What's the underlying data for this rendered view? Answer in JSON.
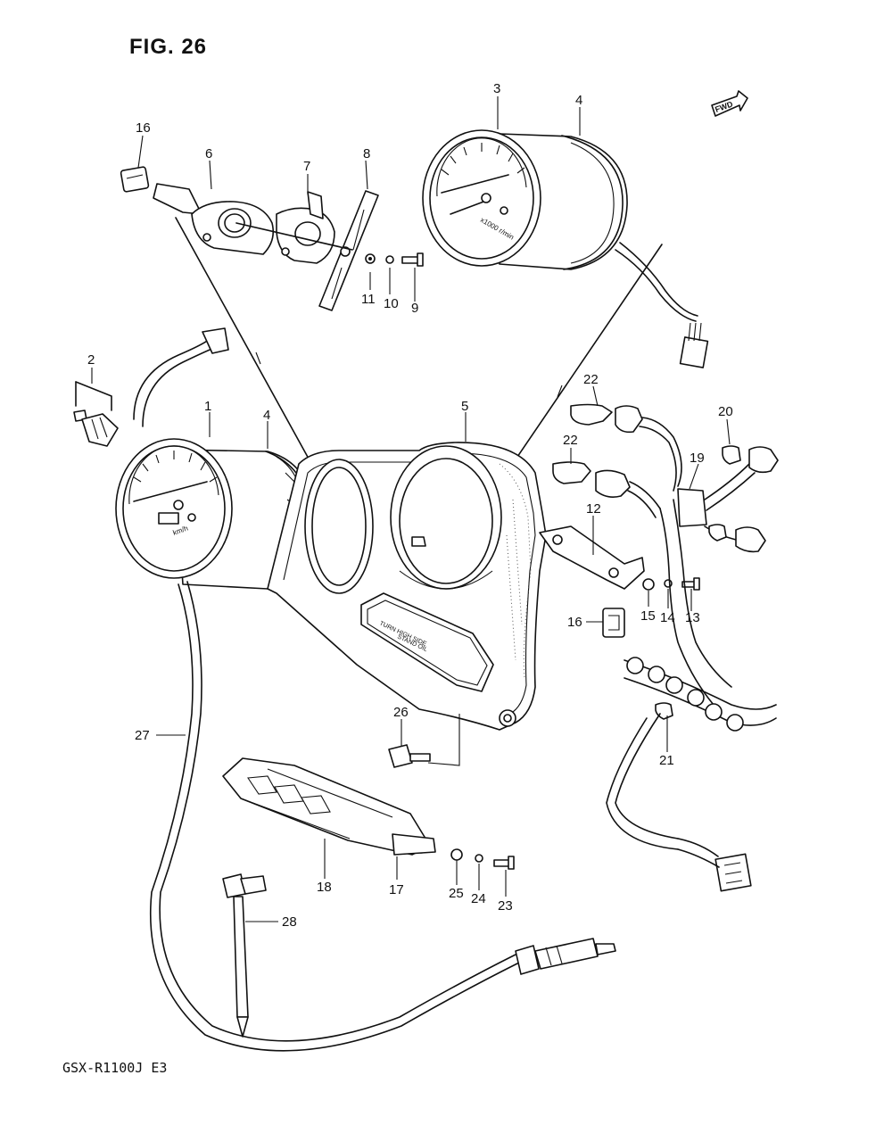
{
  "figure_title": "FIG. 26",
  "model_code": "GSX-R1100J E3",
  "fwd_label": "FWD",
  "callouts": [
    {
      "id": "1",
      "label": "1"
    },
    {
      "id": "2",
      "label": "2"
    },
    {
      "id": "3",
      "label": "3"
    },
    {
      "id": "4a",
      "label": "4"
    },
    {
      "id": "4b",
      "label": "4"
    },
    {
      "id": "5",
      "label": "5"
    },
    {
      "id": "6",
      "label": "6"
    },
    {
      "id": "7",
      "label": "7"
    },
    {
      "id": "8",
      "label": "8"
    },
    {
      "id": "9",
      "label": "9"
    },
    {
      "id": "10",
      "label": "10"
    },
    {
      "id": "11",
      "label": "11"
    },
    {
      "id": "12",
      "label": "12"
    },
    {
      "id": "13",
      "label": "13"
    },
    {
      "id": "14",
      "label": "14"
    },
    {
      "id": "15",
      "label": "15"
    },
    {
      "id": "16a",
      "label": "16"
    },
    {
      "id": "16b",
      "label": "16"
    },
    {
      "id": "17",
      "label": "17"
    },
    {
      "id": "18",
      "label": "18"
    },
    {
      "id": "19",
      "label": "19"
    },
    {
      "id": "20",
      "label": "20"
    },
    {
      "id": "21",
      "label": "21"
    },
    {
      "id": "22a",
      "label": "22"
    },
    {
      "id": "22b",
      "label": "22"
    },
    {
      "id": "23",
      "label": "23"
    },
    {
      "id": "24",
      "label": "24"
    },
    {
      "id": "25",
      "label": "25"
    },
    {
      "id": "26",
      "label": "26"
    },
    {
      "id": "27",
      "label": "27"
    },
    {
      "id": "28",
      "label": "28"
    }
  ]
}
